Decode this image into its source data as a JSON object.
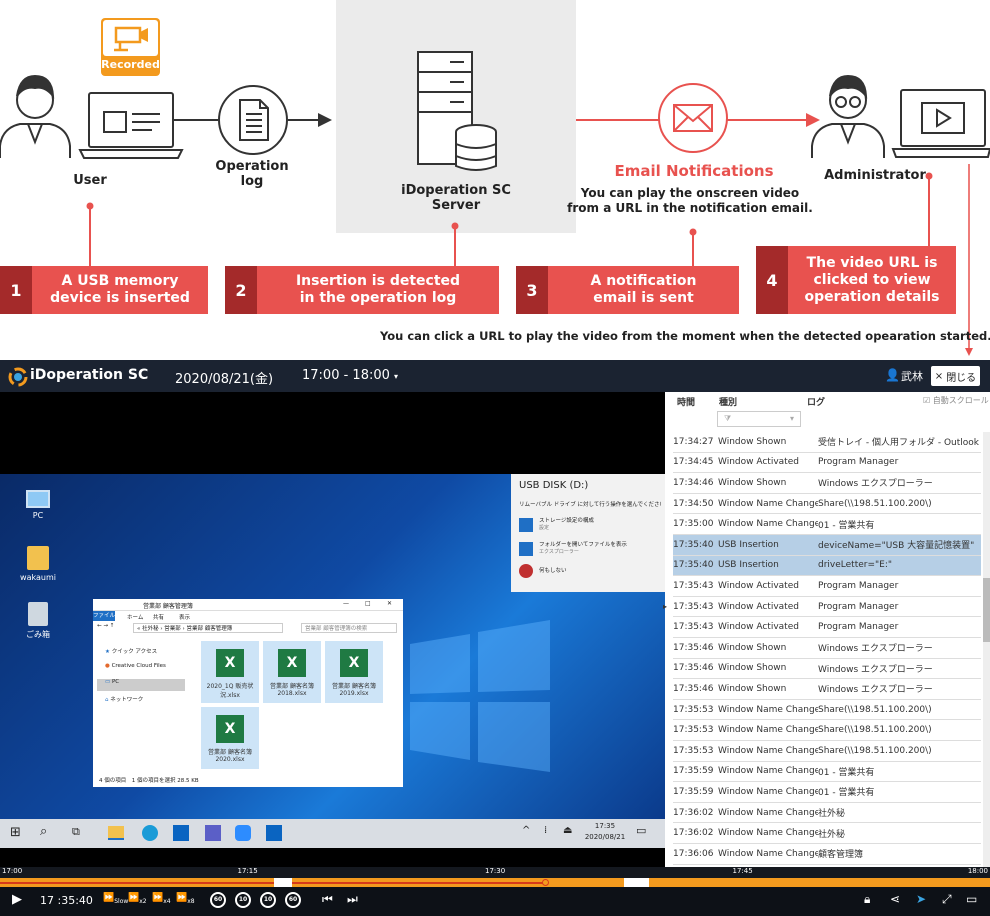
{
  "diagram": {
    "recorded_badge": "Recorded",
    "user_label": "User",
    "oplog_label_1": "Operation",
    "oplog_label_2": "log",
    "server_label": "iDoperation SC Server",
    "email_title": "Email Notifications",
    "email_sub_1": "You can play the onscreen video",
    "email_sub_2": "from a URL in the notification email.",
    "admin_label": "Administrator",
    "steps": [
      {
        "num": "1",
        "line1": "A USB memory",
        "line2": "device is inserted",
        "line3": ""
      },
      {
        "num": "2",
        "line1": "Insertion is detected",
        "line2": "in the operation log",
        "line3": ""
      },
      {
        "num": "3",
        "line1": "A notification",
        "line2": "email is sent",
        "line3": ""
      },
      {
        "num": "4",
        "line1": "The video URL is",
        "line2": "clicked to view",
        "line3": "operation details"
      }
    ],
    "footnote": "You can click a URL to play the video from the moment when the detected opearation started."
  },
  "player": {
    "brand": "iDoperation SC",
    "date": "2020/08/21(金)",
    "time_range": "17:00 - 18:00",
    "user_name": "武林",
    "close_label": "閉じる",
    "current_time": "17 :35:40",
    "speed_labels": [
      "Slow",
      "x2",
      "x4",
      "x8"
    ],
    "skip_labels": [
      "60",
      "10",
      "10",
      "60"
    ],
    "timeline_ticks": [
      "17:00",
      "17:15",
      "17:30",
      "17:45",
      "18:00"
    ],
    "progress": 0.5505
  },
  "desktop": {
    "icons": [
      "PC",
      "wakaumi",
      "ごみ箱"
    ],
    "autoplay": {
      "title": "USB DISK (D:)",
      "prompt": "リムーバブル ドライブ に対して行う操作を選んでください。",
      "options": [
        {
          "title": "ストレージ設定の構成",
          "sub": "設定"
        },
        {
          "title": "フォルダーを開いてファイルを表示",
          "sub": "エクスプローラー"
        },
        {
          "title": "何もしない",
          "sub": ""
        }
      ]
    },
    "explorer": {
      "title": "営業部 顧客管理簿",
      "ribbon_tabs": [
        "ファイル",
        "ホーム",
        "共有",
        "表示"
      ],
      "path": "« 社外秘 › 営業部 › 営業部 顧客管理簿",
      "search_placeholder": "営業部 顧客管理簿の検索",
      "nav_items": [
        "クイック アクセス",
        "Creative Cloud Files",
        "PC",
        "ネットワーク"
      ],
      "files": [
        "2020_1Q 販売状況.xlsx",
        "営業部 顧客名簿 2018.xlsx",
        "営業部 顧客名簿 2019.xlsx",
        "営業部 顧客名簿 2020.xlsx"
      ],
      "status": "4 個の項目　1 個の項目を選択 28.5 KB"
    },
    "taskbar_time": "17:35",
    "taskbar_date": "2020/08/21"
  },
  "log": {
    "headers": [
      "時間",
      "種別",
      "ログ"
    ],
    "autoscroll_label": "自動スクロール",
    "rows": [
      {
        "time": "17:34:27",
        "type": "Window Shown",
        "log": "受信トレイ - 個人用フォルダ - Outlook",
        "hl": false
      },
      {
        "time": "17:34:45",
        "type": "Window Activated",
        "log": "Program Manager",
        "hl": false
      },
      {
        "time": "17:34:46",
        "type": "Window Shown",
        "log": "Windows エクスプローラー",
        "hl": false
      },
      {
        "time": "17:34:50",
        "type": "Window Name Changed",
        "log": "Share(\\\\198.51.100.200\\)",
        "hl": false
      },
      {
        "time": "17:35:00",
        "type": "Window Name Changed",
        "log": "01 - 営業共有",
        "hl": false
      },
      {
        "time": "17:35:40",
        "type": "USB Insertion",
        "log": "deviceName=\"USB 大容量記憶装置\"",
        "hl": true
      },
      {
        "time": "17:35:40",
        "type": "USB Insertion",
        "log": "driveLetter=\"E:\"",
        "hl": true
      },
      {
        "time": "17:35:43",
        "type": "Window Activated",
        "log": "Program Manager",
        "hl": false
      },
      {
        "time": "17:35:43",
        "type": "Window Activated",
        "log": "Program Manager",
        "hl": false
      },
      {
        "time": "17:35:43",
        "type": "Window Activated",
        "log": "Program Manager",
        "hl": false
      },
      {
        "time": "17:35:46",
        "type": "Window Shown",
        "log": "Windows エクスプローラー",
        "hl": false
      },
      {
        "time": "17:35:46",
        "type": "Window Shown",
        "log": "Windows エクスプローラー",
        "hl": false
      },
      {
        "time": "17:35:46",
        "type": "Window Shown",
        "log": "Windows エクスプローラー",
        "hl": false
      },
      {
        "time": "17:35:53",
        "type": "Window Name Changed",
        "log": "Share(\\\\198.51.100.200\\)",
        "hl": false
      },
      {
        "time": "17:35:53",
        "type": "Window Name Changed",
        "log": "Share(\\\\198.51.100.200\\)",
        "hl": false
      },
      {
        "time": "17:35:53",
        "type": "Window Name Changed",
        "log": "Share(\\\\198.51.100.200\\)",
        "hl": false
      },
      {
        "time": "17:35:59",
        "type": "Window Name Changed",
        "log": "01 - 営業共有",
        "hl": false
      },
      {
        "time": "17:35:59",
        "type": "Window Name Changed",
        "log": "01 - 営業共有",
        "hl": false
      },
      {
        "time": "17:36:02",
        "type": "Window Name Changed",
        "log": "社外秘",
        "hl": false
      },
      {
        "time": "17:36:02",
        "type": "Window Name Changed",
        "log": "社外秘",
        "hl": false
      },
      {
        "time": "17:36:06",
        "type": "Window Name Changed",
        "log": "顧客管理簿",
        "hl": false
      }
    ]
  },
  "colors": {
    "accent_red": "#e8524f",
    "dark_red": "#a42a2a",
    "orange": "#f39a1e",
    "highlight": "#b6cfe6"
  }
}
